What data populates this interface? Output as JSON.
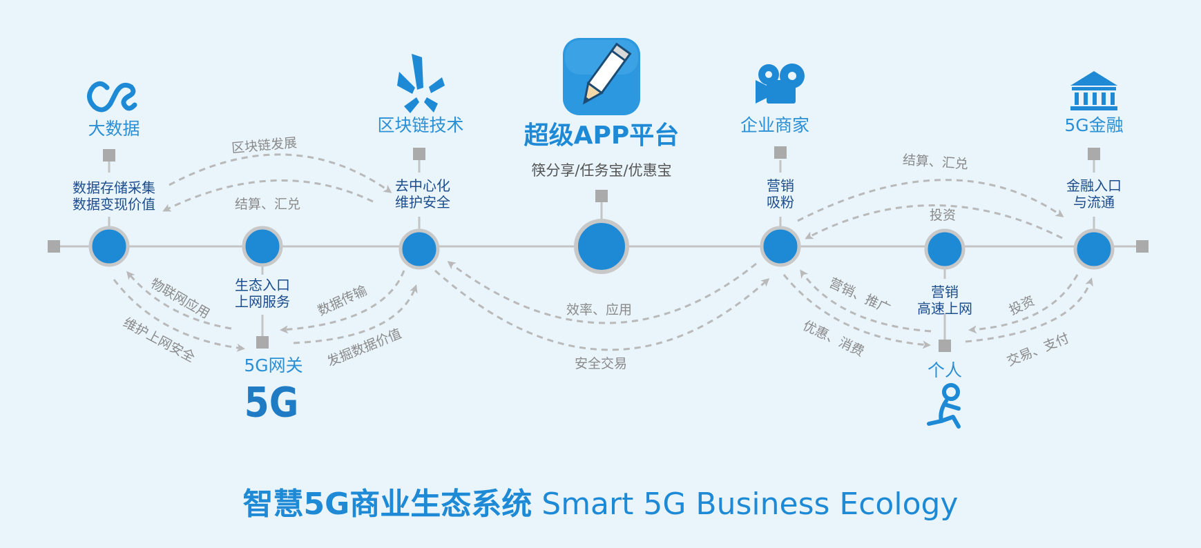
{
  "colors": {
    "background": "#e9f4fb",
    "accent": "#1e8ad6",
    "node_fill": "#1e8ad6",
    "line": "#c4c4c4",
    "arrow": "#b9b9b9",
    "dark_text": "#1b4c8c"
  },
  "nodes": {
    "bigdata": {
      "title": "大数据",
      "desc": "数据存储采集\n数据变现价值",
      "icon": "lastfm-icon"
    },
    "eco": {
      "desc": "生态入口\n上网服务"
    },
    "gateway": {
      "title": "5G网关",
      "logo": "5G"
    },
    "blockchain": {
      "title": "区块链技术",
      "desc": "去中心化\n维护安全",
      "icon": "yelp-burst-icon"
    },
    "platform": {
      "title": "超级APP平台",
      "desc": "筷分享/任务宝/优惠宝",
      "icon": "pencil-app-icon"
    },
    "enterprise": {
      "title": "企业商家",
      "desc": "营销\n吸粉",
      "icon": "video-camera-icon"
    },
    "personal_node": {
      "desc": "营销\n高速上网"
    },
    "personal": {
      "title": "个人",
      "icon": "running-person-icon"
    },
    "finance": {
      "title": "5G金融",
      "desc": "金融入口\n与流通",
      "icon": "bank-icon"
    }
  },
  "flows": {
    "bd_to_bc": "区块链发展",
    "bc_to_bd": "结算、汇兑",
    "gw_to_bd": "物联网应用",
    "bd_to_gw": "维护上网安全",
    "bc_to_gw": "数据传输",
    "gw_to_bc": "发掘数据价值",
    "ent_to_bc": "效率、应用",
    "bc_to_ent": "安全交易",
    "ent_to_fin": "结算、汇兑",
    "fin_to_ent": "投资",
    "ent_to_pers": "营销、推广",
    "pers_to_ent": "优惠、消费",
    "fin_to_pers": "投资",
    "pers_to_fin": "交易、支付"
  },
  "footer": {
    "title_zh": "智慧5G商业生态系统",
    "title_en": "Smart 5G Business Ecology"
  }
}
